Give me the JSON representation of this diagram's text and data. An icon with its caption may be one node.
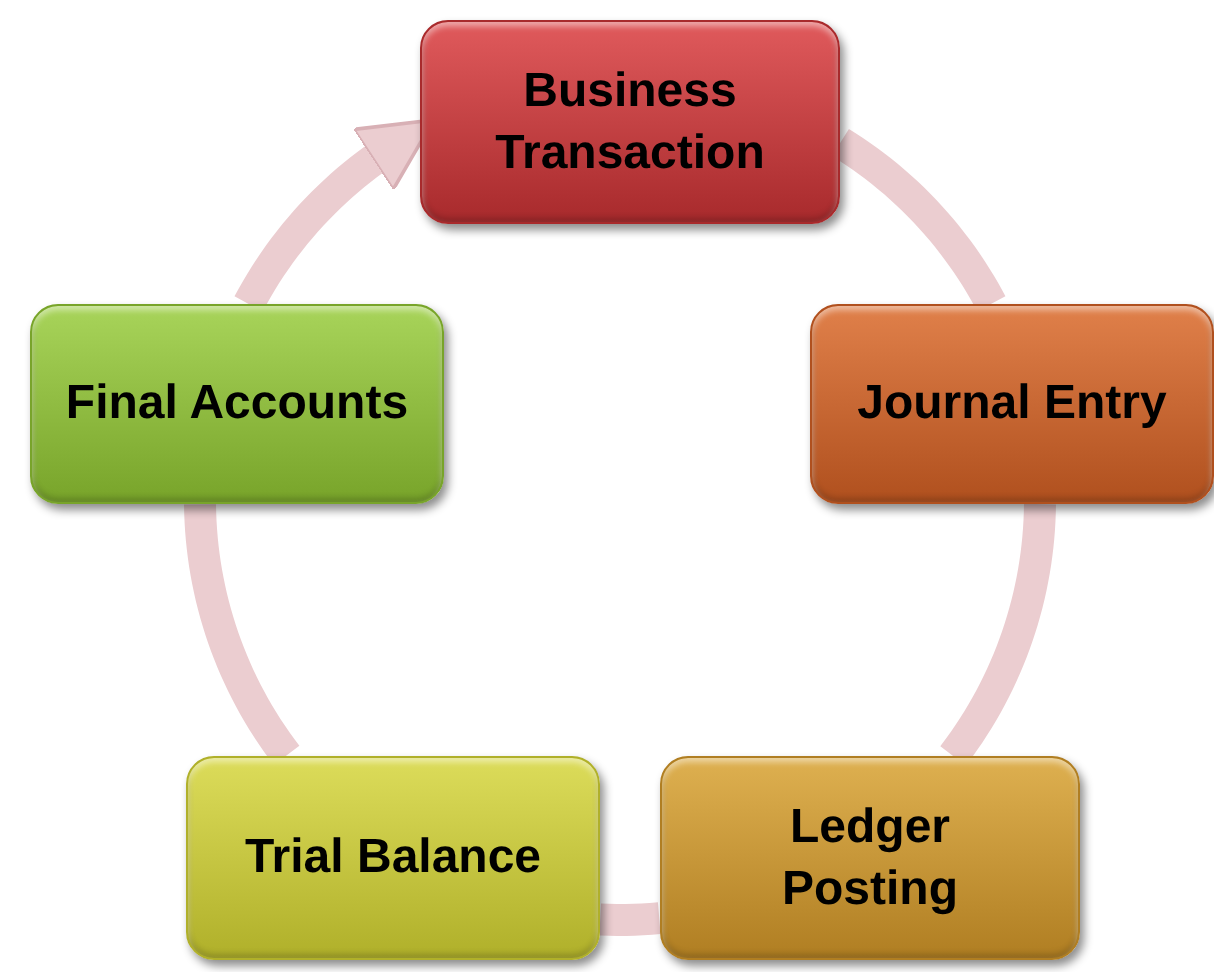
{
  "diagram": {
    "nodes": [
      {
        "text": [
          "Business Transaction"
        ]
      },
      {
        "text": [
          "Journal Entry"
        ]
      },
      {
        "text": [
          "Ledger Posting"
        ]
      },
      {
        "text": [
          "Trial Balance"
        ]
      },
      {
        "text": [
          "Final Accounts"
        ]
      }
    ],
    "edges": [
      {
        "from": 0,
        "to": 1,
        "arrow": "none"
      },
      {
        "from": 1,
        "to": 2,
        "arrow": "none"
      },
      {
        "from": 2,
        "to": 3,
        "arrow": "none"
      },
      {
        "from": 3,
        "to": 4,
        "arrow": "none"
      },
      {
        "from": 4,
        "to": 0,
        "arrow": "to"
      }
    ]
  }
}
